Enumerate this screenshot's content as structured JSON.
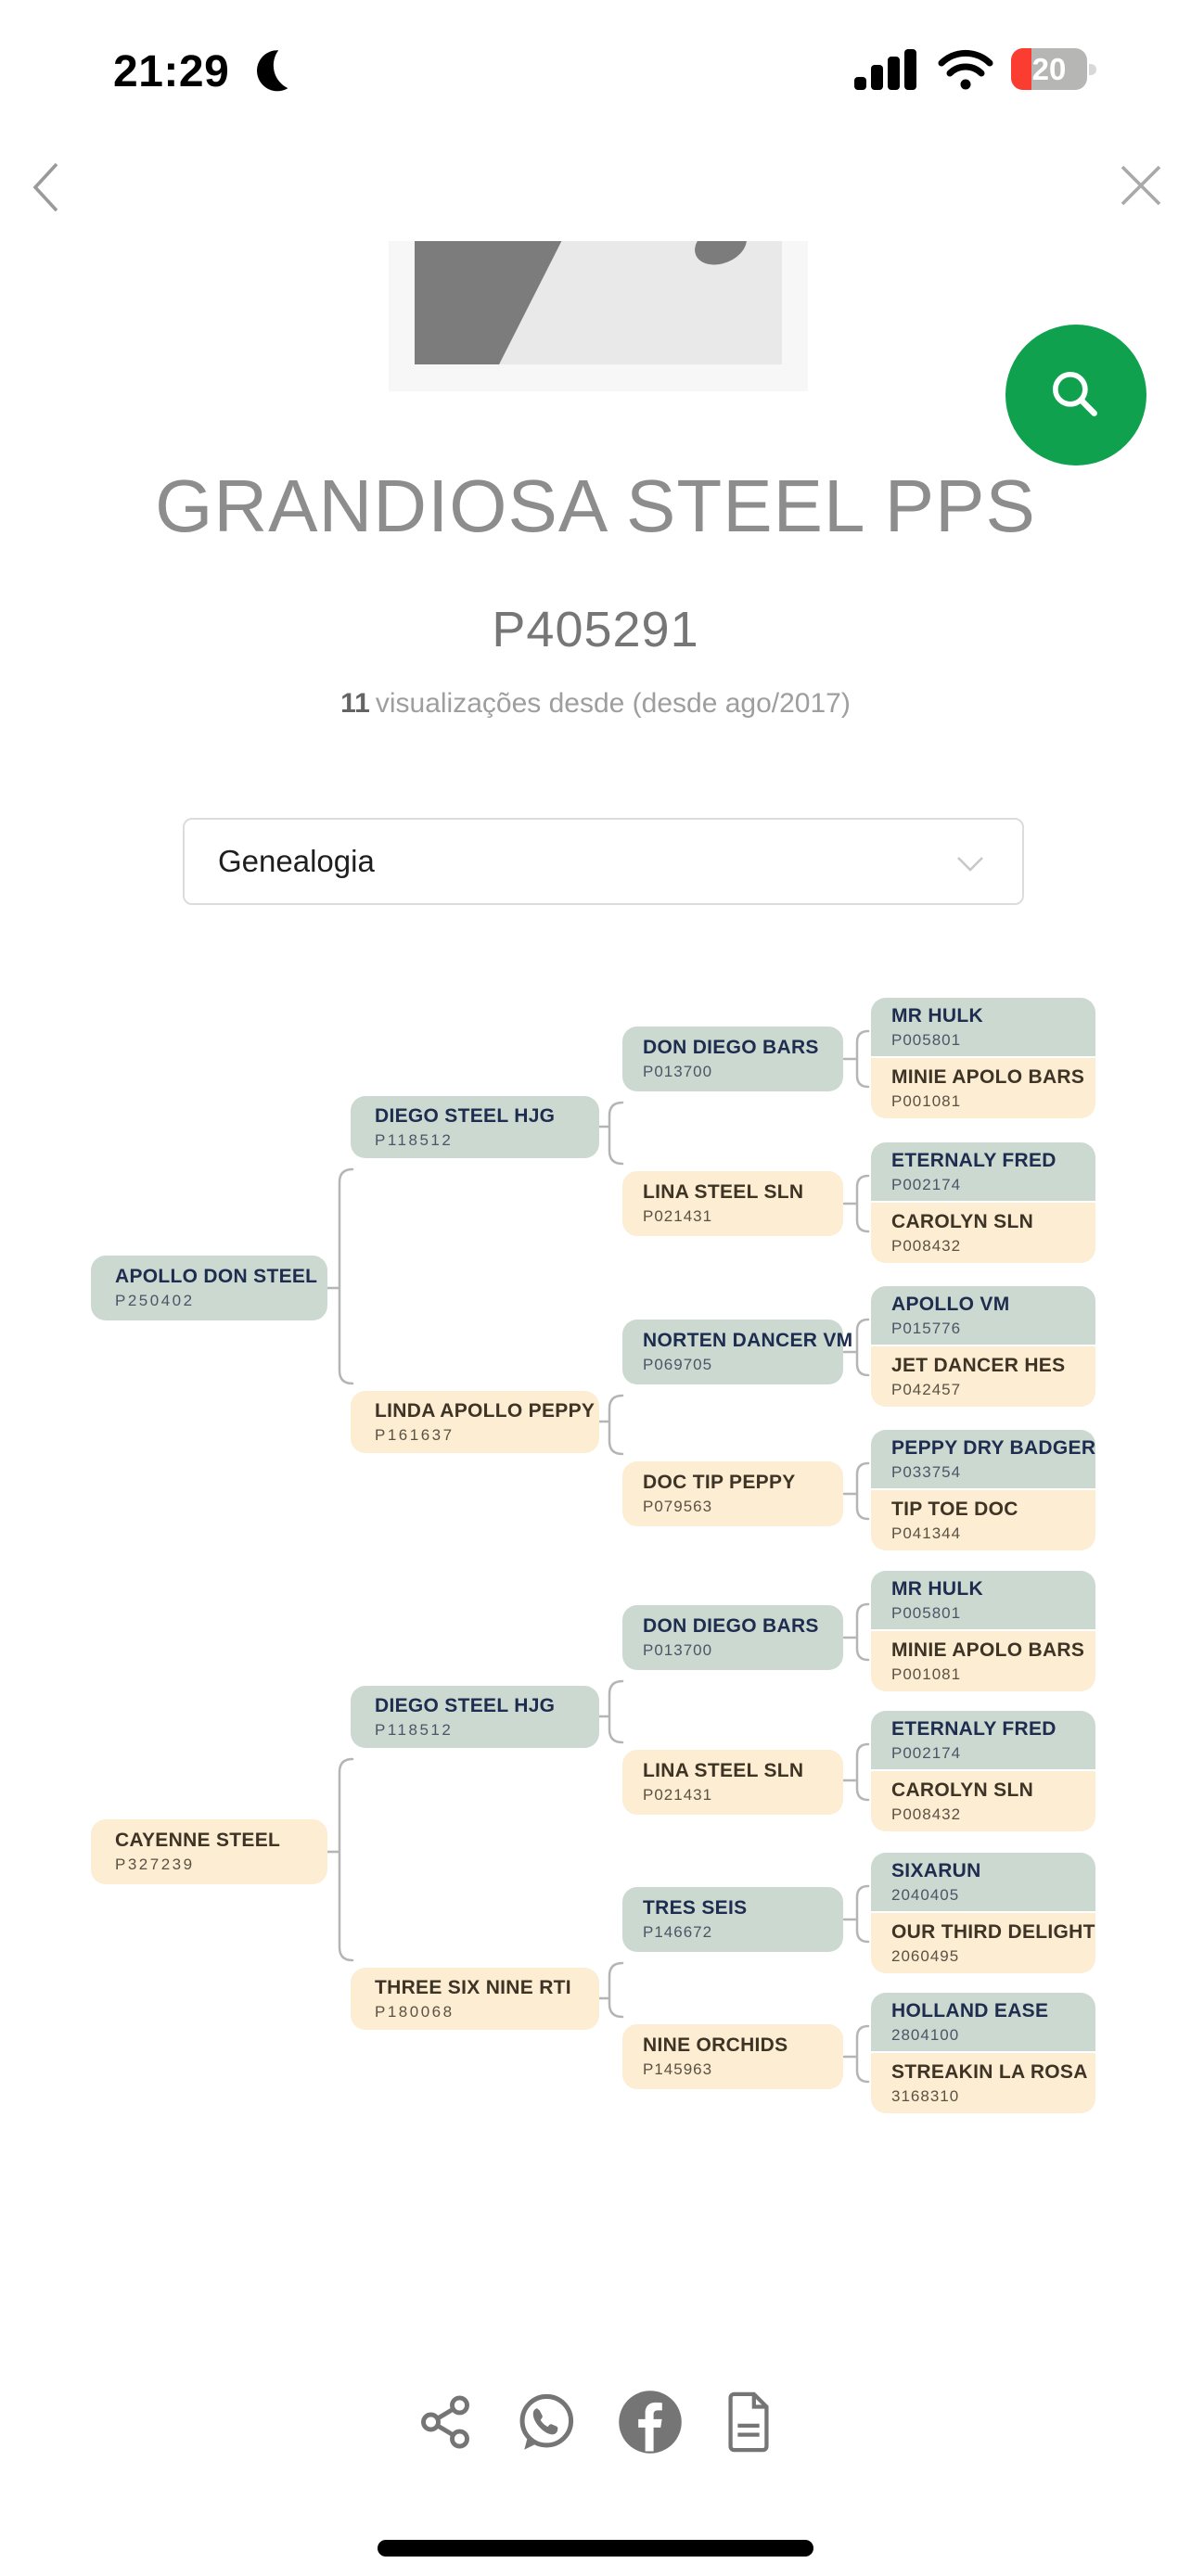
{
  "status_bar": {
    "time": "21:29",
    "battery_percent": "20"
  },
  "profile": {
    "title": "GRANDIOSA STEEL PPS",
    "registration": "P405291",
    "views_count": "11",
    "views_label": "visualizações desde  (desde ago/2017)"
  },
  "section_selector": {
    "value": "Genealogia"
  },
  "pedigree": {
    "gen1": [
      {
        "name": "APOLLO DON STEEL",
        "id": "P250402"
      },
      {
        "name": "CAYENNE STEEL",
        "id": "P327239"
      }
    ],
    "gen2": [
      {
        "name": "DIEGO STEEL HJG",
        "id": "P118512"
      },
      {
        "name": "LINDA APOLLO PEPPY",
        "id": "P161637"
      },
      {
        "name": "DIEGO STEEL HJG",
        "id": "P118512"
      },
      {
        "name": "THREE SIX NINE RTI",
        "id": "P180068"
      }
    ],
    "gen3": [
      {
        "name": "DON DIEGO BARS",
        "id": "P013700"
      },
      {
        "name": "LINA STEEL SLN",
        "id": "P021431"
      },
      {
        "name": "NORTEN DANCER VM",
        "id": "P069705"
      },
      {
        "name": "DOC TIP PEPPY",
        "id": "P079563"
      },
      {
        "name": "DON DIEGO BARS",
        "id": "P013700"
      },
      {
        "name": "LINA STEEL SLN",
        "id": "P021431"
      },
      {
        "name": "TRES SEIS",
        "id": "P146672"
      },
      {
        "name": "NINE ORCHIDS",
        "id": "P145963"
      }
    ],
    "gen4": [
      {
        "sire": {
          "name": "MR HULK",
          "id": "P005801"
        },
        "dam": {
          "name": "MINIE APOLO BARS",
          "id": "P001081"
        }
      },
      {
        "sire": {
          "name": "ETERNALY FRED",
          "id": "P002174"
        },
        "dam": {
          "name": "CAROLYN SLN",
          "id": "P008432"
        }
      },
      {
        "sire": {
          "name": "APOLLO VM",
          "id": "P015776"
        },
        "dam": {
          "name": "JET DANCER HES",
          "id": "P042457"
        }
      },
      {
        "sire": {
          "name": "PEPPY DRY BADGER",
          "id": "P033754"
        },
        "dam": {
          "name": "TIP TOE DOC",
          "id": "P041344"
        }
      },
      {
        "sire": {
          "name": "MR HULK",
          "id": "P005801"
        },
        "dam": {
          "name": "MINIE APOLO BARS",
          "id": "P001081"
        }
      },
      {
        "sire": {
          "name": "ETERNALY FRED",
          "id": "P002174"
        },
        "dam": {
          "name": "CAROLYN SLN",
          "id": "P008432"
        }
      },
      {
        "sire": {
          "name": "SIXARUN",
          "id": "2040405"
        },
        "dam": {
          "name": "OUR THIRD DELIGHT",
          "id": "2060495"
        }
      },
      {
        "sire": {
          "name": "HOLLAND EASE",
          "id": "2804100"
        },
        "dam": {
          "name": "STREAKIN LA ROSA",
          "id": "3168310"
        }
      }
    ]
  },
  "colors": {
    "sire_card": "#cbd9d0",
    "dam_card": "#fcedd3",
    "fab_green": "#0fa14e",
    "battery_red": "#fb3c30"
  },
  "footer": {
    "icons": [
      "share",
      "whatsapp",
      "facebook",
      "document"
    ]
  }
}
